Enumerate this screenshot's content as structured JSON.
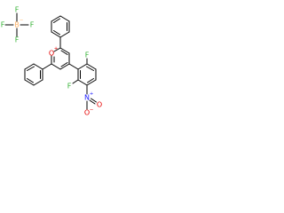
{
  "colors": {
    "bond": "#000000",
    "fluorine": "#33b233",
    "boron": "#ffb366",
    "oxygen": "#e60000",
    "nitrogen": "#1a1aff",
    "carbon": "#000000"
  },
  "labels": {
    "bf4_f_top": "F",
    "bf4_f_left": "F",
    "bf4_f_right": "F",
    "bf4_f_bottom": "F",
    "boron": "B",
    "boron_charge": "−",
    "pyrylium_o": "O",
    "pyrylium_charge": "+",
    "aryl_f_top": "F",
    "aryl_f_bottom": "F",
    "nitro_n": "N",
    "nitro_n_charge": "+",
    "nitro_o_top": "O",
    "nitro_o_left": "O",
    "nitro_o_left_charge": "−"
  }
}
